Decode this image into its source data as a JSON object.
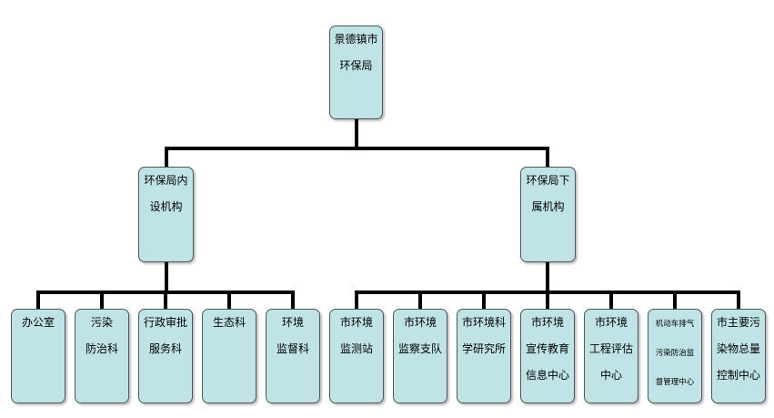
{
  "root": {
    "lines": [
      "景德镇市",
      "环保局"
    ]
  },
  "internal": {
    "lines": [
      "环保局内",
      "设机构"
    ],
    "children": [
      {
        "lines": [
          "办公室"
        ]
      },
      {
        "lines": [
          "污染",
          "防治科"
        ]
      },
      {
        "lines": [
          "行政审批",
          "服务科"
        ]
      },
      {
        "lines": [
          "生态科"
        ]
      },
      {
        "lines": [
          "环境",
          "监督科"
        ]
      }
    ]
  },
  "subordinate": {
    "lines": [
      "环保局下",
      "属机构"
    ],
    "children": [
      {
        "lines": [
          "市环境",
          "监测站"
        ]
      },
      {
        "lines": [
          "市环境",
          "监察支队"
        ]
      },
      {
        "lines": [
          "市环境科",
          "学研究所"
        ]
      },
      {
        "lines": [
          "市环境",
          "宣传教育",
          "信息中心"
        ]
      },
      {
        "lines": [
          "市环境",
          "工程评估",
          "中心"
        ]
      },
      {
        "lines": [
          "机动车排气",
          "污染防治监",
          "督管理中心"
        ]
      },
      {
        "lines": [
          "市主要污",
          "染物总量",
          "控制中心"
        ]
      }
    ]
  }
}
